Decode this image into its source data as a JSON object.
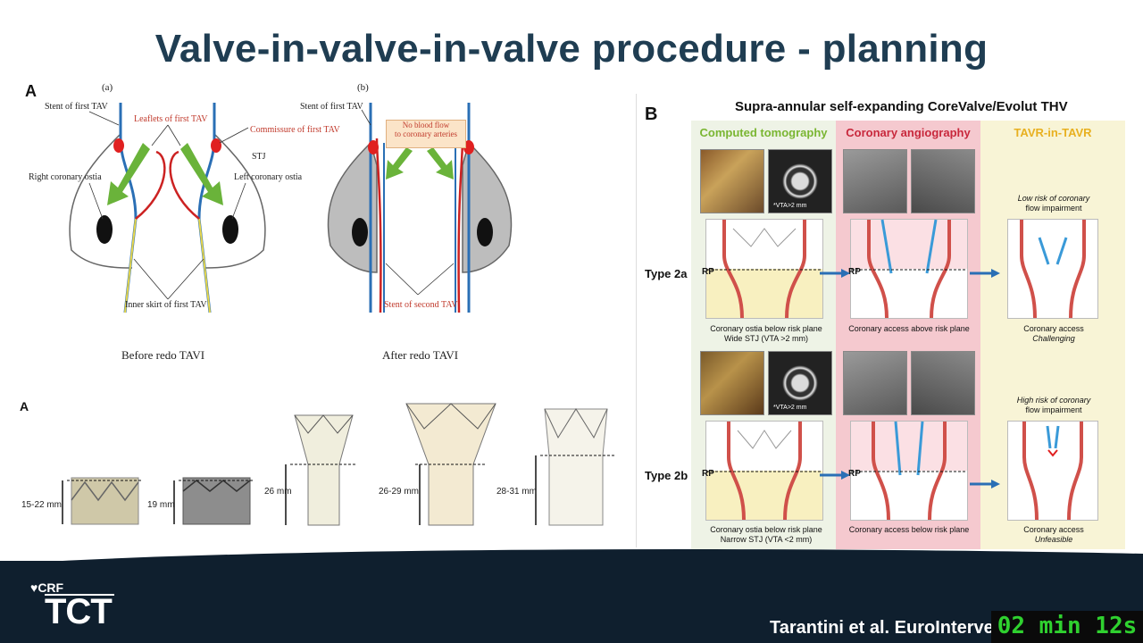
{
  "slide": {
    "title": "Valve-in-valve-in-valve procedure - planning"
  },
  "panel_a_top": {
    "letter": "A",
    "sub_a": "(a)",
    "sub_b": "(b)",
    "labels": {
      "stent_first": "Stent of first TAV",
      "leaflets_first": "Leaflets of first TAV",
      "right_coronary": "Right coronary ostia",
      "commissure_first": "Commissure of first TAV",
      "stj": "STJ",
      "left_coronary": "Left coronary ostia",
      "inner_skirt": "Inner skirt of first TAV",
      "stent_first_b": "Stent of first TAV",
      "no_flow_1": "No blood flow",
      "no_flow_2": "to coronary arteries",
      "stent_second": "Stent of second TAV"
    },
    "caption_before": "Before redo TAVI",
    "caption_after": "After redo TAVI",
    "colors": {
      "arrow": "#6ab33a",
      "commissure": "#e02020",
      "leaflet": "#cc2222",
      "stent": "#2a6fb5"
    }
  },
  "panel_a_bottom": {
    "letter": "A",
    "sizes": [
      "15-22 mm",
      "19 mm",
      "26 mm",
      "26-29 mm",
      "28-31 mm"
    ]
  },
  "panel_b": {
    "letter": "B",
    "title": "Supra-annular self-expanding CoreValve/Evolut THV",
    "columns": [
      {
        "label": "Computed tomography",
        "color": "#7ab632"
      },
      {
        "label": "Coronary angiography",
        "color": "#c8283c"
      },
      {
        "label": "TAVR-in-TAVR",
        "color": "#e8b020"
      }
    ],
    "rp_label": "RP",
    "vta_label": "*VTA>2 mm",
    "rows": [
      {
        "type": "Type 2a",
        "ct_caption_1": "Coronary ostia below risk plane",
        "ct_caption_2": "Wide STJ (VTA >2 mm)",
        "ca_caption": "Coronary access above risk plane",
        "risk_1": "Low risk of coronary",
        "risk_2": "flow impairment",
        "access_1": "Coronary access",
        "access_2": "Challenging"
      },
      {
        "type": "Type 2b",
        "ct_caption_1": "Coronary ostia below risk plane",
        "ct_caption_2": "Narrow STJ (VTA <2 mm)",
        "ca_caption": "Coronary access below risk plane",
        "risk_1": "High risk of coronary",
        "risk_2": "flow impairment",
        "access_1": "Coronary access",
        "access_2": "Unfeasible"
      }
    ]
  },
  "footer": {
    "brand_small": "CRF",
    "brand_large": "TCT",
    "citation": "Tarantini et al. EuroIntervention",
    "timer": "02 min 12s"
  }
}
